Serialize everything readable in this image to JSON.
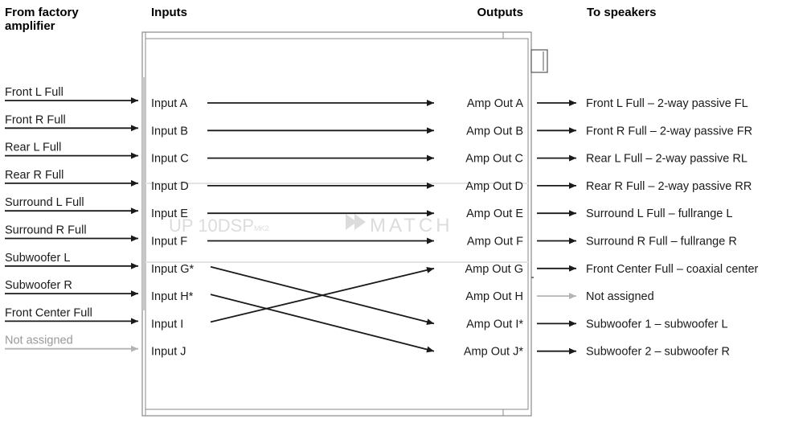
{
  "headers": {
    "factory_line1": "From factory",
    "factory_line2": "amplifier",
    "inputs": "Inputs",
    "outputs": "Outputs",
    "speakers": "To speakers"
  },
  "watermark": {
    "model": "UP 10DSP",
    "mk": "MK2",
    "brand": "MATCH"
  },
  "sources": [
    "Front L Full",
    "Front R Full",
    "Rear L Full",
    "Rear R Full",
    "Surround L Full",
    "Surround R Full",
    "Subwoofer L",
    "Subwoofer R",
    "Front Center Full",
    "Not assigned"
  ],
  "inputs": [
    "Input  A",
    "Input  B",
    "Input  C",
    "Input  D",
    "Input  E",
    "Input  F",
    "Input  G*",
    "Input  H*",
    "Input   I",
    "Input  J"
  ],
  "outputs": [
    "Amp Out A",
    "Amp Out B",
    "Amp Out C",
    "Amp Out D",
    "Amp Out E",
    "Amp Out F",
    "Amp Out G",
    "Amp Out H",
    "Amp Out I*",
    "Amp Out J*"
  ],
  "speakers": [
    "Front L Full – 2-way passive FL",
    "Front R Full – 2-way passive FR",
    "Rear L Full – 2-way passive RL",
    "Rear R Full – 2-way passive RR",
    "Surround L Full – fullrange L",
    "Surround R Full – fullrange R",
    "Front Center Full – coaxial center",
    "Not assigned",
    "Subwoofer 1 – subwoofer L",
    "Subwoofer 2 – subwoofer R"
  ],
  "routing": [
    {
      "from": "Input  A",
      "to": "Amp Out A"
    },
    {
      "from": "Input  B",
      "to": "Amp Out B"
    },
    {
      "from": "Input  C",
      "to": "Amp Out C"
    },
    {
      "from": "Input  D",
      "to": "Amp Out D"
    },
    {
      "from": "Input  E",
      "to": "Amp Out E"
    },
    {
      "from": "Input  F",
      "to": "Amp Out F"
    },
    {
      "from": "Input  G*",
      "to": "Amp Out I*"
    },
    {
      "from": "Input  H*",
      "to": "Amp Out J*"
    },
    {
      "from": "Input   I",
      "to": "Amp Out G"
    }
  ],
  "inactive_rows": [
    "Not assigned"
  ],
  "colors": {
    "line": "#1a1a1a",
    "inactive": "#b4b4b4",
    "box": "#8a8a8a",
    "watermark": "#dcdcdc"
  }
}
